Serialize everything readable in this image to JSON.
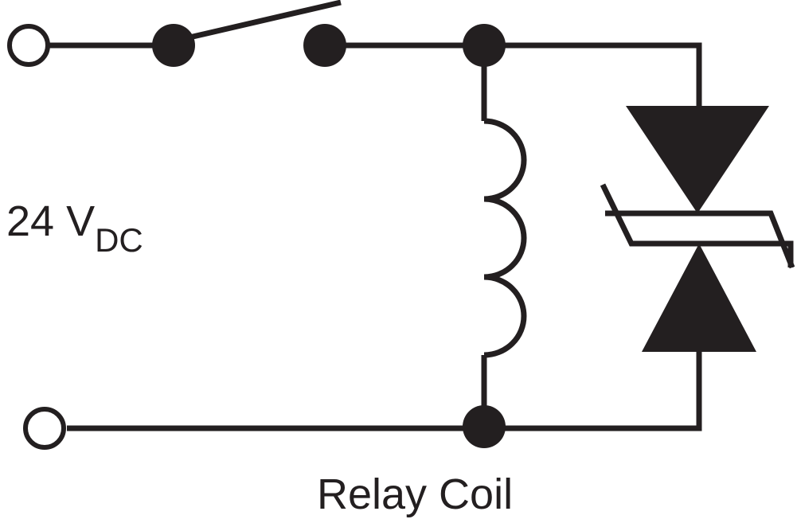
{
  "labels": {
    "voltage_main": "24 V",
    "voltage_sub": "DC",
    "coil": "Relay Coil"
  },
  "colors": {
    "ink": "#231f20",
    "background": "#ffffff"
  },
  "components": [
    "terminal",
    "switch",
    "node",
    "inductor",
    "tvs-diode"
  ]
}
